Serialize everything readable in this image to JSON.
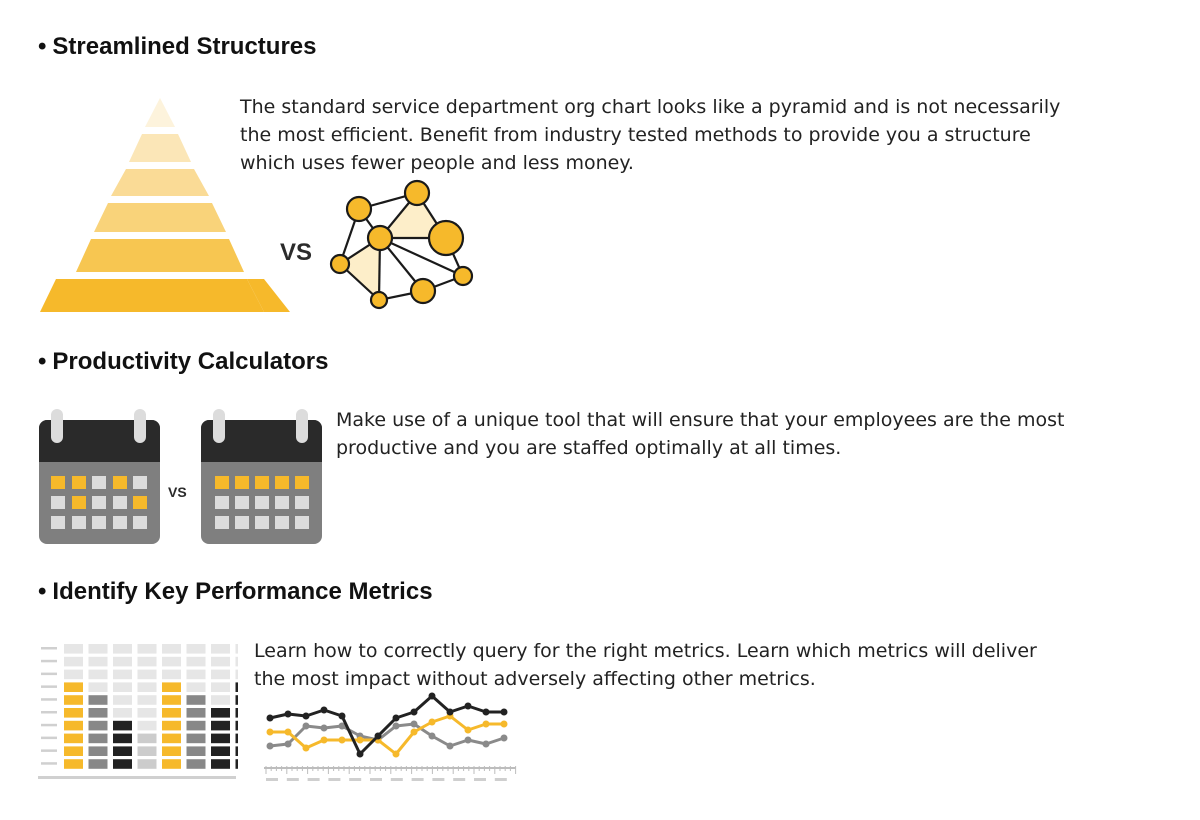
{
  "sections": [
    {
      "bullet": "•",
      "title": "Streamlined Structures",
      "lines": [
        "The standard service department org chart looks like a pyramid and is not necessarily",
        "the most efficient. Benefit from industry tested methods to provide you a structure",
        "which uses fewer people and less money."
      ],
      "vs": "VS"
    },
    {
      "bullet": "•",
      "title": "Productivity Calculators",
      "lines": [
        "Make use of a unique tool that will ensure that your employees are the most",
        "productive and you are staffed optimally at all times."
      ],
      "vs": "VS"
    },
    {
      "bullet": "•",
      "title": "Identify Key Performance Metrics",
      "lines": [
        "Learn how to correctly query for the right metrics. Learn which metrics will deliver",
        "the most impact without adversely affecting other metrics."
      ]
    }
  ],
  "colors": {
    "accent": "#f6b92b",
    "dark": "#222222",
    "gray": "#808080",
    "light_gray": "#e6e6e6"
  },
  "icons": [
    "pyramid-icon",
    "network-icon",
    "calendar-icon",
    "bar-chart-icon",
    "line-chart-icon"
  ]
}
